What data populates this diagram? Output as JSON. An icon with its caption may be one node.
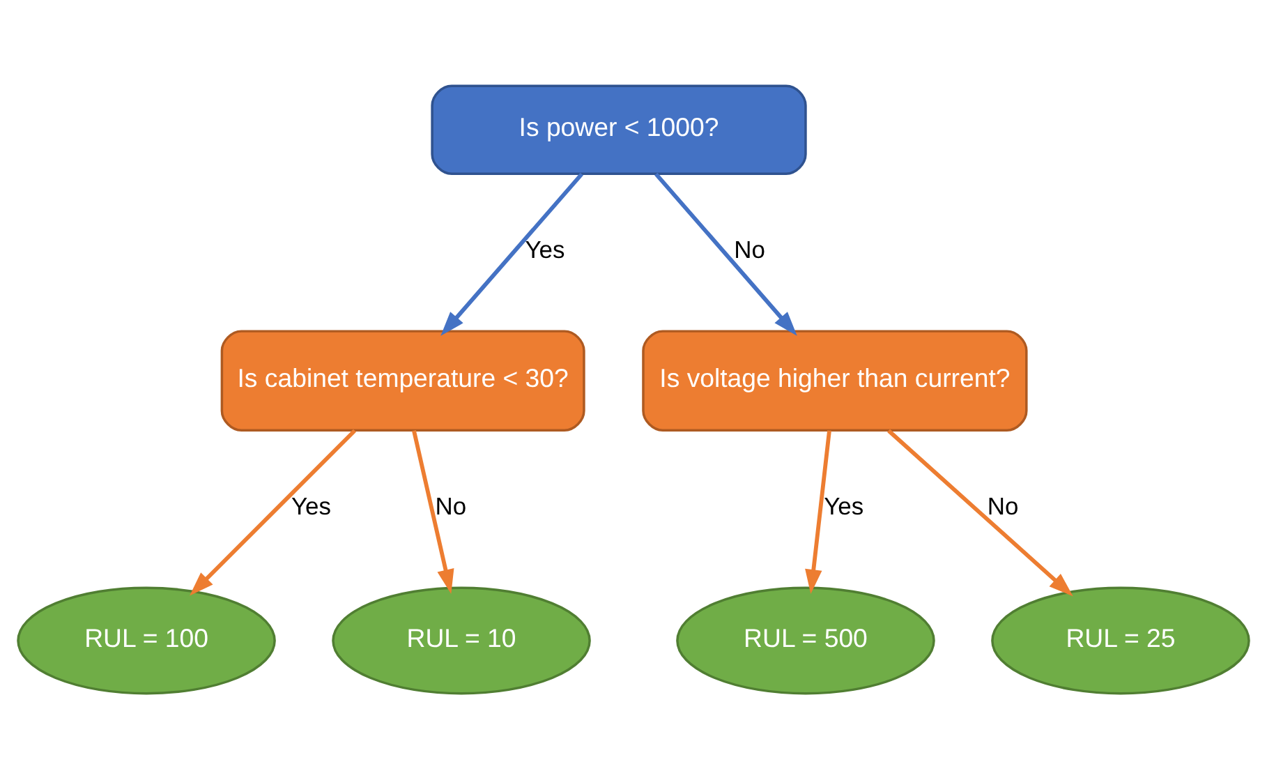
{
  "diagram": {
    "nodes": [
      {
        "text": [
          "Is power < 1000?"
        ]
      },
      {
        "text": [
          "Is cabinet temperature < 30?"
        ]
      },
      {
        "text": [
          "Is voltage higher than current?"
        ]
      },
      {
        "text": [
          "RUL = 100"
        ]
      },
      {
        "text": [
          "RUL = 10"
        ]
      },
      {
        "text": [
          "RUL = 500"
        ]
      },
      {
        "text": [
          "RUL = 25"
        ]
      }
    ],
    "edges": [
      {
        "from": 0,
        "to": 1,
        "arrow": "to",
        "label": "Yes",
        "color": "#4472c4"
      },
      {
        "from": 0,
        "to": 2,
        "arrow": "to",
        "label": "No",
        "color": "#4472c4"
      },
      {
        "from": 1,
        "to": 3,
        "arrow": "to",
        "label": "Yes"
      },
      {
        "from": 1,
        "to": 4,
        "arrow": "to",
        "label": "No"
      },
      {
        "from": 2,
        "to": 5,
        "arrow": "to",
        "label": "Yes"
      },
      {
        "from": 2,
        "to": 6,
        "arrow": "to",
        "label": "No"
      }
    ]
  }
}
